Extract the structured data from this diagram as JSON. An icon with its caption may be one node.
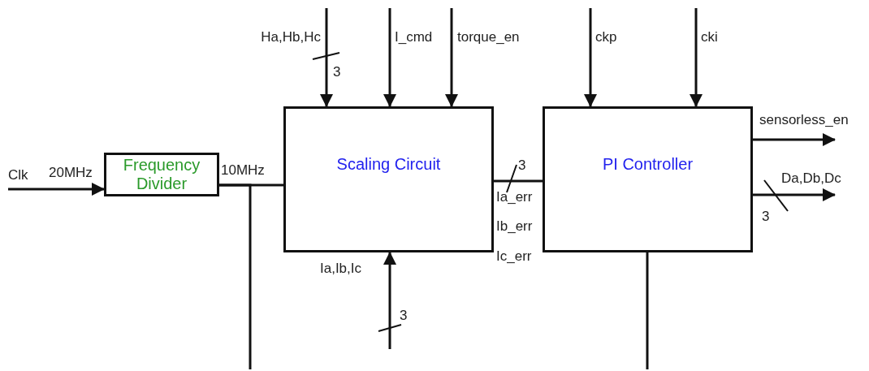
{
  "diagram": {
    "nodes": [
      {
        "text": [
          "Frequency Divider"
        ]
      },
      {
        "text": [
          "Scaling Circuit"
        ]
      },
      {
        "text": [
          "PI Controller"
        ]
      },
      {
        "text": [
          "sensorless_en"
        ]
      },
      {
        "text": [
          "Da,Db,Dc"
        ]
      }
    ],
    "edges": [
      {
        "from": null,
        "to": 0,
        "arrow": "to"
      },
      {
        "from": 0,
        "to": 1,
        "arrow": "none"
      },
      {
        "from": 0,
        "to": null,
        "arrow": "none"
      },
      {
        "from": null,
        "to": 1,
        "arrow": "to"
      },
      {
        "from": null,
        "to": 1,
        "arrow": "to"
      },
      {
        "from": null,
        "to": 1,
        "arrow": "to"
      },
      {
        "from": null,
        "to": 1,
        "arrow": "to"
      },
      {
        "from": 1,
        "to": 2,
        "arrow": "none"
      },
      {
        "from": null,
        "to": 2,
        "arrow": "to"
      },
      {
        "from": null,
        "to": 2,
        "arrow": "to"
      },
      {
        "from": 2,
        "to": 3,
        "arrow": "to"
      },
      {
        "from": 2,
        "to": 4,
        "arrow": "to"
      },
      {
        "from": 2,
        "to": null,
        "arrow": "none"
      }
    ],
    "labels": [
      "Ha,Hb,Hc",
      "I_cmd",
      "torque_en",
      "ckp",
      "cki",
      "3",
      "Clk",
      "20MHz",
      "10MHz",
      "3",
      "Ia_err",
      "Ib_err",
      "3",
      "Ic_err",
      "Ia,Ib,Ic",
      "3"
    ]
  }
}
